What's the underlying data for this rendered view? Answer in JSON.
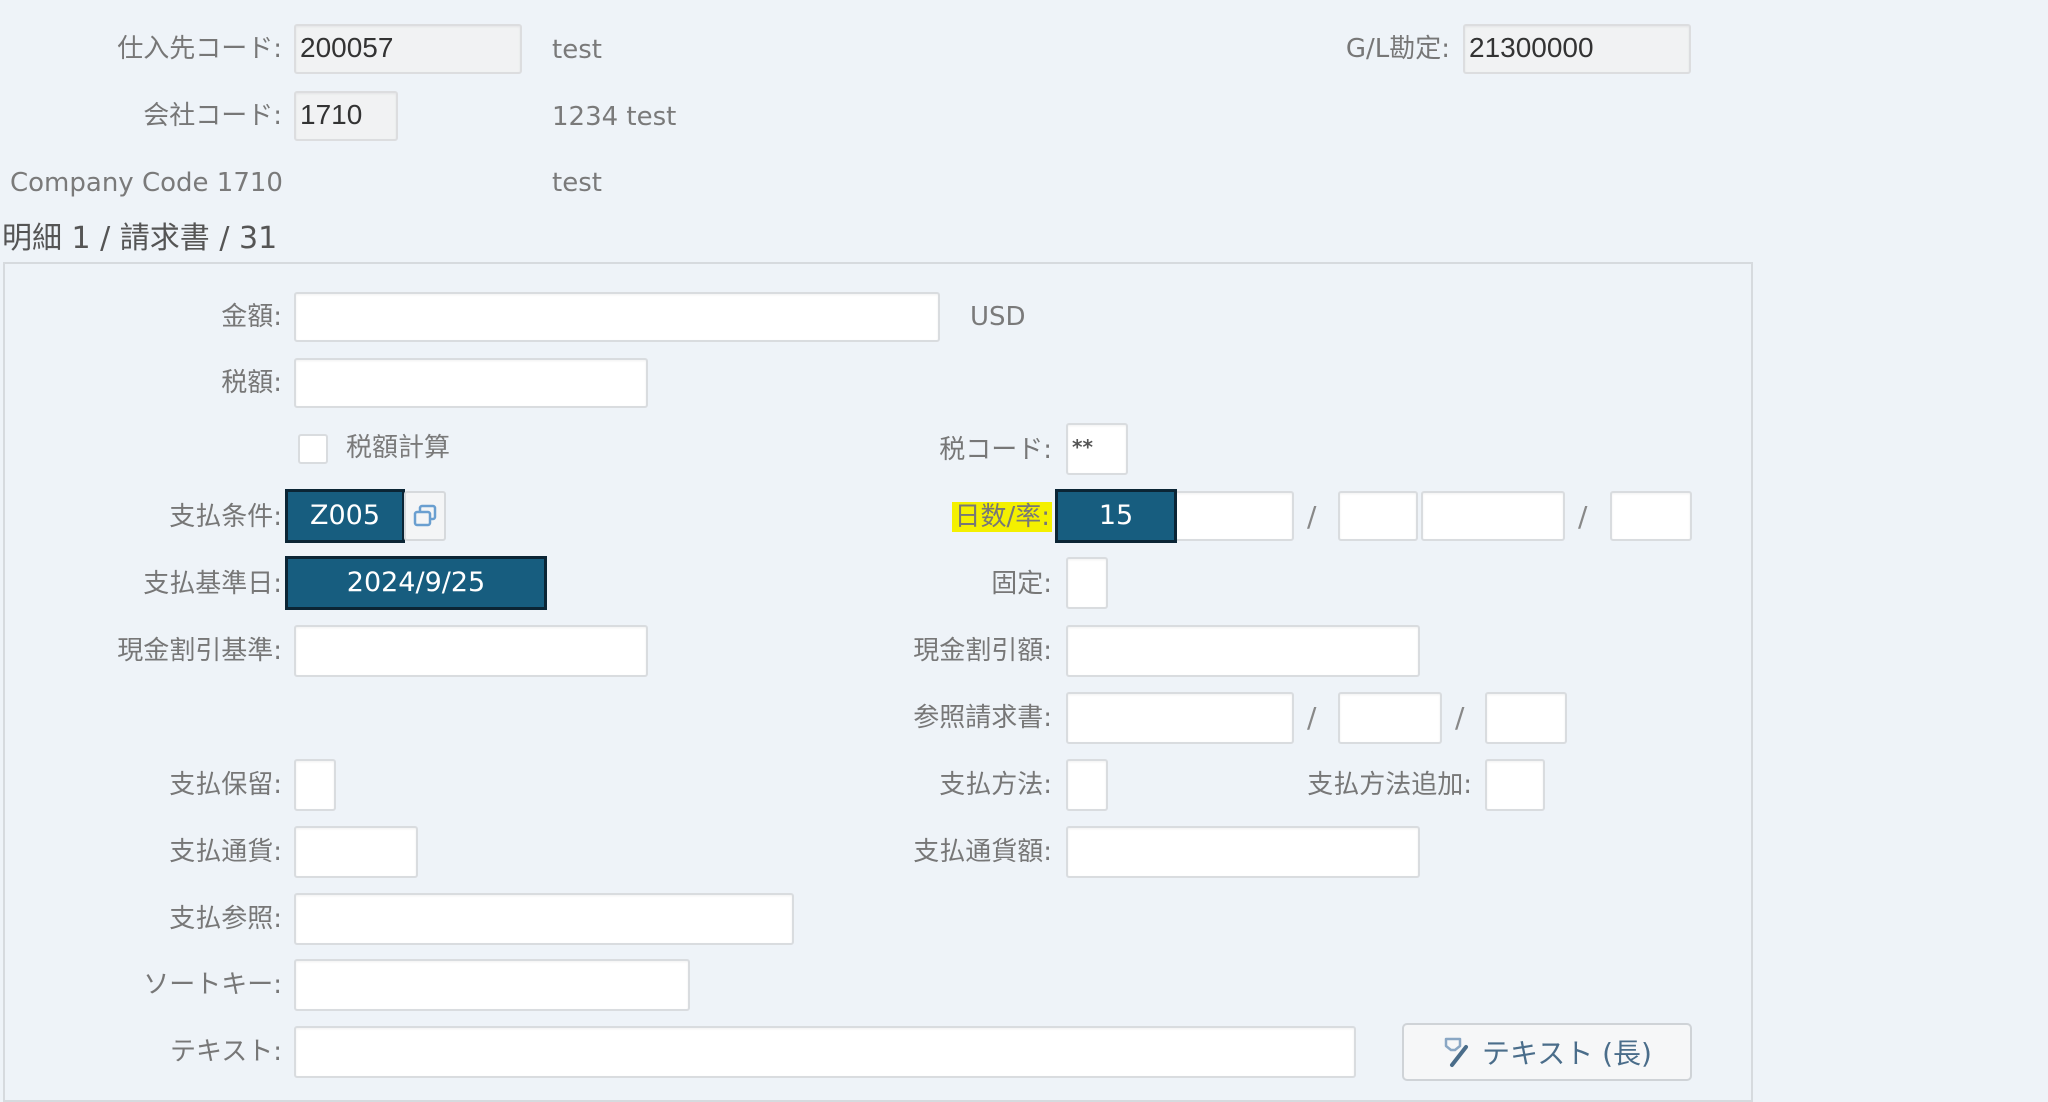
{
  "header": {
    "vendor_code": {
      "label": "仕入先コード:",
      "value": "200057",
      "description": "test"
    },
    "company_code": {
      "label": "会社コード:",
      "value": "1710",
      "description": "1234 test"
    },
    "company_name": {
      "text": "Company Code 1710",
      "description": "test"
    },
    "gl_account": {
      "label": "G/L勘定:",
      "value": "21300000"
    }
  },
  "section": {
    "title": "明細 1 / 請求書 / 31"
  },
  "form": {
    "amount": {
      "label": "金額:",
      "value": "",
      "currency": "USD"
    },
    "tax_amount": {
      "label": "税額:",
      "value": ""
    },
    "calc_tax": {
      "label": "税額計算",
      "checked": false
    },
    "tax_code": {
      "label": "税コード:",
      "value": "**"
    },
    "payment_terms": {
      "label": "支払条件:",
      "value": "Z005"
    },
    "days_rate": {
      "label": "日数/率:",
      "values": [
        "15",
        "",
        "",
        "",
        ""
      ]
    },
    "baseline_date": {
      "label": "支払基準日:",
      "value": "2024/9/25"
    },
    "fixed": {
      "label": "固定:",
      "value": ""
    },
    "cash_discount_base": {
      "label": "現金割引基準:",
      "value": ""
    },
    "cash_discount_amount": {
      "label": "現金割引額:",
      "value": ""
    },
    "reference_invoice": {
      "label": "参照請求書:",
      "values": [
        "",
        "",
        ""
      ]
    },
    "payment_block": {
      "label": "支払保留:",
      "value": ""
    },
    "payment_method": {
      "label": "支払方法:",
      "value": ""
    },
    "payment_method_supplement": {
      "label": "支払方法追加:",
      "value": ""
    },
    "payment_currency": {
      "label": "支払通貨:",
      "value": ""
    },
    "payment_currency_amount": {
      "label": "支払通貨額:",
      "value": ""
    },
    "payment_reference": {
      "label": "支払参照:",
      "value": ""
    },
    "sort_key": {
      "label": "ソートキー:",
      "value": ""
    },
    "text": {
      "label": "テキスト:",
      "value": ""
    },
    "long_text_button": {
      "label": "テキスト (長)",
      "icon": "edit-text-icon"
    }
  },
  "colors": {
    "background": "#eef3f8",
    "highlight_fill": "#175d7f",
    "highlight_border": "#0b2535",
    "marker": "#f4f000"
  }
}
